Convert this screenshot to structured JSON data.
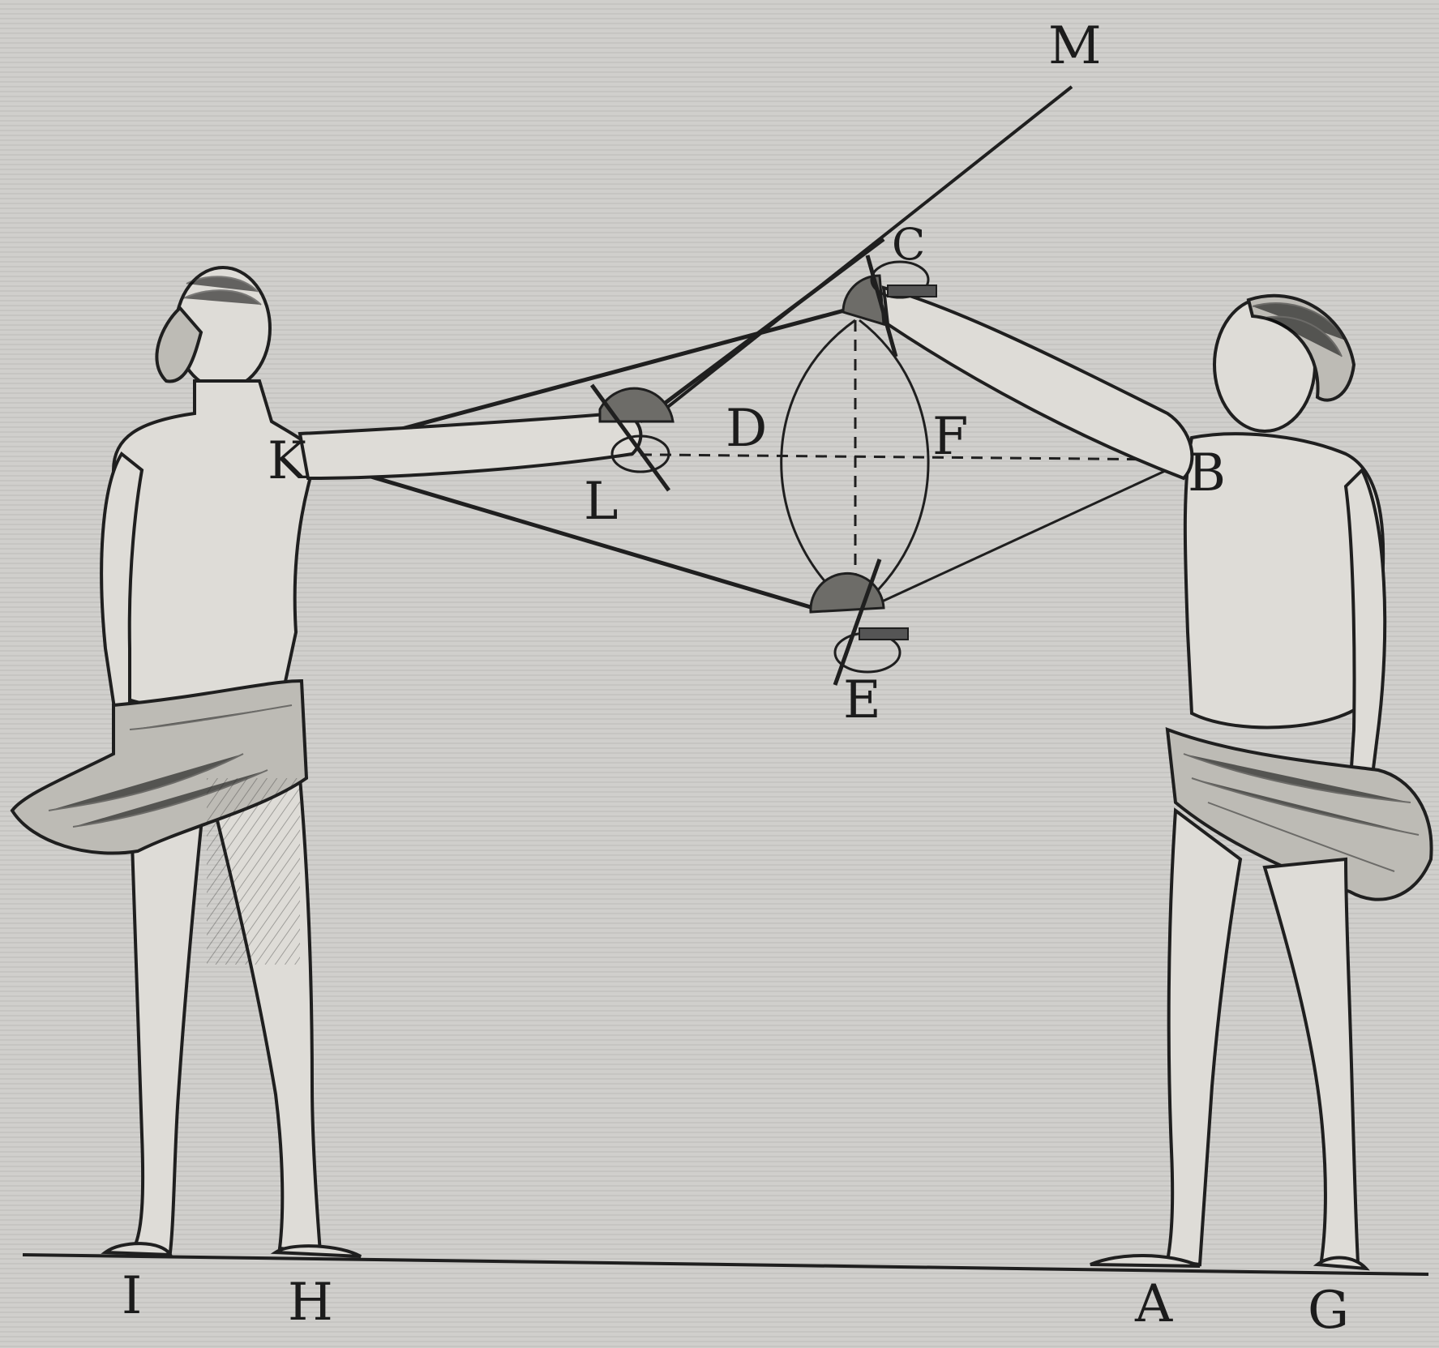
{
  "labels": {
    "M": "M",
    "C": "C",
    "D": "D",
    "F": "F",
    "K": "K",
    "L": "L",
    "B": "B",
    "E": "E",
    "I": "I",
    "H": "H",
    "A": "A",
    "G": "G"
  },
  "colors": {
    "paper": "#cfcecb",
    "ink": "#1f1f1f"
  }
}
